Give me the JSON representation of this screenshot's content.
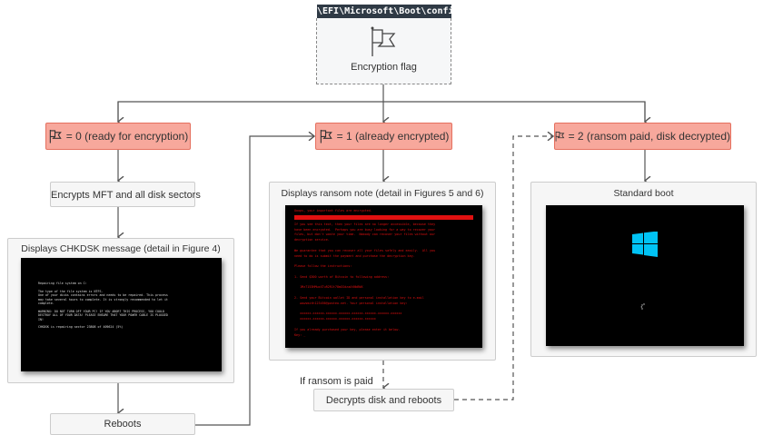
{
  "config": {
    "path": "\\EFI\\Microsoft\\Boot\\config",
    "flag_label": "Encryption flag",
    "flag_icon": "flag-icon"
  },
  "states": [
    {
      "label": "= 0 (ready for encryption)"
    },
    {
      "label": "= 1 (already encrypted)"
    },
    {
      "label": "= 2 (ransom paid, disk decrypted)"
    }
  ],
  "steps": {
    "encrypts": "Encrypts MFT and all disk sectors",
    "chkdsk_title": "Displays CHKDSK message (detail in Figure 4)",
    "reboots": "Reboots",
    "ransom_title": "Displays ransom note (detail in Figures 5 and 6)",
    "if_paid": "If ransom is paid",
    "decrypts": "Decrypts disk and reboots",
    "standard_boot": "Standard boot"
  },
  "chkdsk_screen": "Repairing file system on C:\n\nThe type of the file system is NTFS.\nOne of your disks contains errors and needs to be repaired. This process\nmay take several hours to complete. It is strongly recommended to let it\ncomplete.\n\nWARNING: DO NOT TURN OFF YOUR PC! IF YOU ABORT THIS PROCESS, YOU COULD\nDESTROY ALL OF YOUR DATA! PLEASE ENSURE THAT YOUR POWER CABLE IS PLUGGED\nIN!\n\nCHKDSK is repairing sector 23808 of 409624 (5%)",
  "ransom_screen": {
    "heading": "Ooops, your important files are encrypted.",
    "body": "If you see this text, then your files are no longer accessible, because they\nhave been encrypted.  Perhaps you are busy looking for a way to recover your\nfiles, but don't waste your time.  Nobody can recover your files without our\ndecryption service.\n\nWe guarantee that you can recover all your files safely and easily.  All you\nneed to do is submit the payment and purchase the decryption key.\n\nPlease follow the instructions:\n\n1. Send $300 worth of Bitcoin to following address:\n\n   1Mz7153HMuxXTuR2R1t78mGSdzaAtNbBWX\n\n2. Send your Bitcoin wallet ID and personal installation key to e-mail\n   wowsmith123456@posteo.net. Your personal installation key:\n\n   xxxxxx-xxxxxx-xxxxxx-xxxxxx-xxxxxx-xxxxxx-xxxxxx-xxxxxx\n   xxxxxx-xxxxxx-xxxxxx-xxxxxx-xxxxxx-xxxxxx\n\nIf you already purchased your key, please enter it below.\nKey: _"
  },
  "colors": {
    "flag_box": "#f7a89c",
    "flag_border": "#e5705f",
    "windows_logo": "#00c3f5"
  }
}
